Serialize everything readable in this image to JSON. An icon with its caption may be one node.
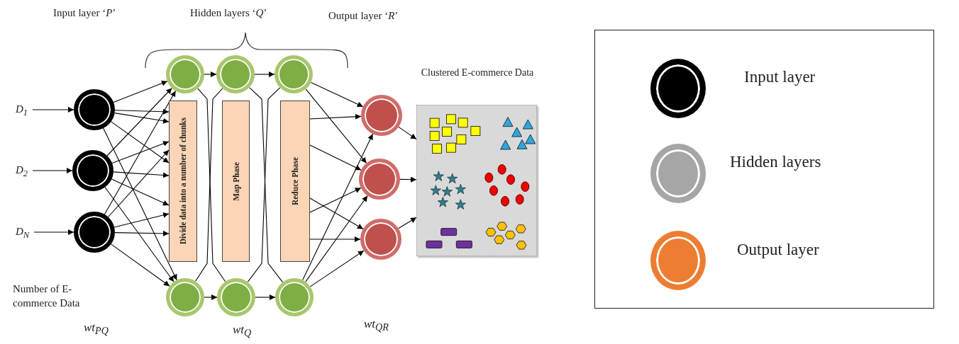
{
  "diagram": {
    "nodes": [
      {
        "text": [
          "D$_{1}$"
        ]
      },
      {
        "text": [
          "D$_{2}$"
        ]
      },
      {
        "text": [
          "D$_{N}$"
        ]
      },
      {
        "text": [],
        "shape": "circle"
      },
      {
        "text": [],
        "shape": "circle"
      },
      {
        "text": [],
        "shape": "circle"
      },
      {
        "text": [],
        "shape": "circle"
      },
      {
        "text": [],
        "shape": "circle"
      },
      {
        "text": [],
        "shape": "circle"
      },
      {
        "text": [
          "Divide data into a number of chunks"
        ]
      },
      {
        "text": [
          "Map Phase"
        ]
      },
      {
        "text": [
          "Reduce Phase"
        ]
      },
      {
        "text": [],
        "shape": "circle"
      },
      {
        "text": [],
        "shape": "circle"
      },
      {
        "text": [],
        "shape": "circle"
      },
      {
        "text": [],
        "shape": "circle"
      },
      {
        "text": [],
        "shape": "circle"
      },
      {
        "text": [],
        "shape": "circle"
      },
      {
        "text": [
          "Clustered E-commerce Data"
        ]
      }
    ],
    "edges": [
      {
        "from": 0,
        "to": 3,
        "arrow": "to"
      },
      {
        "from": 1,
        "to": 4,
        "arrow": "to"
      },
      {
        "from": 2,
        "to": 5,
        "arrow": "to"
      },
      {
        "from": 3,
        "to": 6,
        "arrow": "to"
      },
      {
        "from": 3,
        "to": 9,
        "arrow": "to"
      },
      {
        "from": 3,
        "to": 9,
        "arrow": "to"
      },
      {
        "from": 3,
        "to": 9,
        "arrow": "to"
      },
      {
        "from": 3,
        "to": 12,
        "arrow": "to"
      },
      {
        "from": 4,
        "to": 6,
        "arrow": "to"
      },
      {
        "from": 4,
        "to": 9,
        "arrow": "to"
      },
      {
        "from": 4,
        "to": 9,
        "arrow": "to"
      },
      {
        "from": 4,
        "to": 9,
        "arrow": "to"
      },
      {
        "from": 4,
        "to": 12,
        "arrow": "to"
      },
      {
        "from": 5,
        "to": 6,
        "arrow": "to"
      },
      {
        "from": 5,
        "to": 9,
        "arrow": "to"
      },
      {
        "from": 5,
        "to": 9,
        "arrow": "to"
      },
      {
        "from": 5,
        "to": 9,
        "arrow": "to"
      },
      {
        "from": 5,
        "to": 12,
        "arrow": "to"
      },
      {
        "from": 6,
        "to": 7,
        "arrow": "to"
      },
      {
        "from": 7,
        "to": 8,
        "arrow": "to"
      },
      {
        "from": 12,
        "to": 13,
        "arrow": "to"
      },
      {
        "from": 13,
        "to": 14,
        "arrow": "to"
      },
      {
        "from": 6,
        "to": 13,
        "arrow": "none"
      },
      {
        "from": 12,
        "to": 7,
        "arrow": "none"
      },
      {
        "from": 7,
        "to": 14,
        "arrow": "none"
      },
      {
        "from": 13,
        "to": 8,
        "arrow": "none"
      },
      {
        "from": 8,
        "to": 15,
        "arrow": "to"
      },
      {
        "from": 8,
        "to": 16,
        "arrow": "to"
      },
      {
        "from": 11,
        "to": 15,
        "arrow": "to"
      },
      {
        "from": 11,
        "to": 16,
        "arrow": "to"
      },
      {
        "from": 11,
        "to": 16,
        "arrow": "to"
      },
      {
        "from": 11,
        "to": 17,
        "arrow": "to"
      },
      {
        "from": 11,
        "to": 17,
        "arrow": "to"
      },
      {
        "from": 14,
        "to": 15,
        "arrow": "to"
      },
      {
        "from": 14,
        "to": 16,
        "arrow": "to"
      },
      {
        "from": 14,
        "to": 17,
        "arrow": "to"
      },
      {
        "from": 15,
        "to": 18,
        "arrow": "to"
      },
      {
        "from": 16,
        "to": 18,
        "arrow": "to"
      },
      {
        "from": 17,
        "to": 18,
        "arrow": "to"
      }
    ],
    "labels": [
      "Input layer ‘*P*’",
      "Hidden layers ‘*Q*’",
      "Output layer ‘*R*’",
      "Number of E-commerce Data",
      "wt$_{PQ}$",
      "wt$_{Q}$",
      "wt$_{QR}$"
    ],
    "legend": [
      {
        "text": "Input layer",
        "color": "#000000"
      },
      {
        "text": "Hidden layers",
        "color": "#a6a6a6"
      },
      {
        "text": "Output layer",
        "color": "#ed7d31"
      }
    ]
  }
}
